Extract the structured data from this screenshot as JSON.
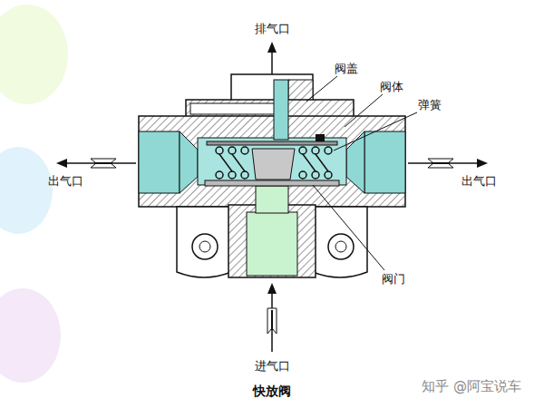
{
  "diagram": {
    "caption": "快放阀",
    "labels": [
      "排气口",
      "阀盖",
      "阀体",
      "弹簧",
      "出气口",
      "出气口",
      "阀门",
      "进气口",
      "知乎 @阿宝说车"
    ]
  }
}
